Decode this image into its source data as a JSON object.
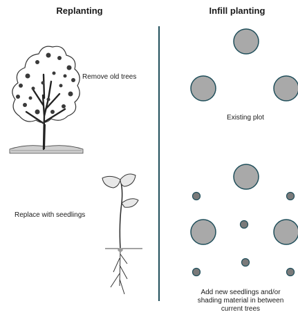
{
  "headings": {
    "replanting": "Replanting",
    "infill": "Infill planting"
  },
  "labels": {
    "remove_old_trees": "Remove old trees",
    "replace_with_seedlings": "Replace with seedlings",
    "existing_plot": "Existing plot",
    "add_new_line1": "Add new seedlings and/or",
    "add_new_line2": "shading material in between",
    "add_new_line3": "current trees"
  },
  "colors": {
    "circle_fill": "#a9a9a9",
    "circle_stroke": "#1f4e5a",
    "small_fill": "#7a7a7a",
    "divider": "#1f4e5a"
  }
}
